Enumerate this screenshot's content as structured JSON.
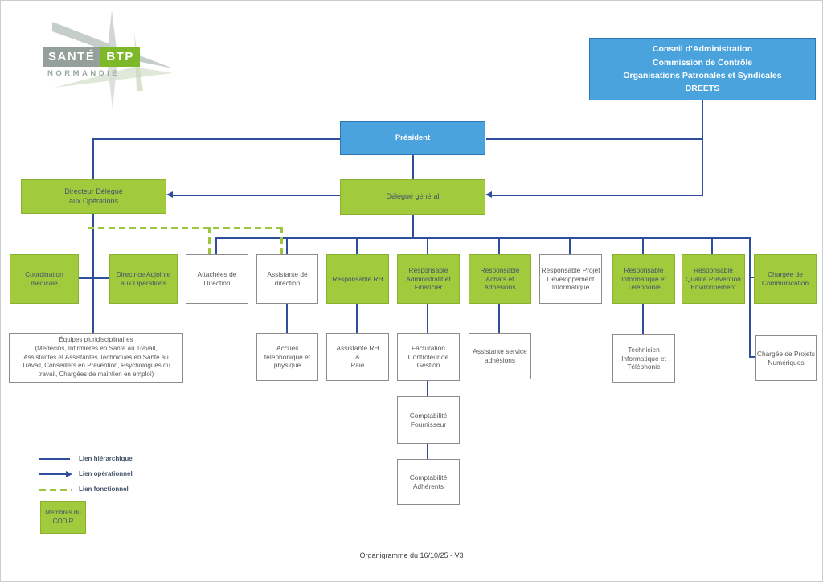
{
  "logo": {
    "sante": "SANTÉ",
    "btp": "BTP",
    "region": "NORMANDIE"
  },
  "nodes": {
    "conseil": "Conseil d’Administration\nCommission de Contrôle\nOrganisations Patronales et Syndicales\nDREETS",
    "president": "Président",
    "directeur_delegue": "Directeur Délégué\naux Opérations",
    "delegue_general": "Délégué général",
    "coordination_medicale": "Coordination\nmédicale",
    "directrice_adjointe": "Directrice Adjointe\naux Opérations",
    "attachees_direction": "Attachées de\nDirection",
    "assistante_direction": "Assistante de\ndirection",
    "responsable_rh": "Responsable RH",
    "responsable_admin_financier": "Responsable\nAdministratif et\nFinancier",
    "responsable_achats": "Responsable\nAchats et\nAdhésions",
    "responsable_projet_dev": "Responsable Projet\nDéveloppement\nInformatique",
    "responsable_informatique": "Responsable\nInformatique et\nTéléphonie",
    "responsable_qualite": "Responsable\nQualité Prévention\nEnvironnement",
    "chargee_communication": "Chargée de\nCommunication",
    "equipes_pluridisciplinaires": "Équipes pluridisciplinaires\n(Médecins, Infirmières en Santé au Travail,\nAssistantes et Assistantes Techniques en Santé au\nTravail, Conseillers en Prévention, Psychologues du\ntravail, Chargées de maintien en emploi)",
    "accueil": "Accueil\ntéléphonique et\nphysique",
    "assistante_rh_paie": "Assistante RH\n&\nPaie",
    "facturation": "Facturation\nContrôleur de\nGestion",
    "assistante_service_adhesions": "Assistante service\nadhésions",
    "technicien_informatique": "Technicien\nInformatique et\nTéléphonie",
    "chargee_projets_numeriques": "Chargée de Projets\nNumériques",
    "comptabilite_fournisseur": "Comptabilité\nFournisseur",
    "comptabilite_adherents": "Comptabilité\nAdhérents"
  },
  "legend": {
    "hierarchique": "Lien hiérarchique",
    "operationnel": "Lien opérationnel",
    "fonctionnel": "Lien fonctionnel",
    "codir": "Membres du\nCODIR"
  },
  "footer": {
    "caption": "Organigramme du 16/10/25 - V3"
  },
  "colors": {
    "box_blue": "#4aa3dc",
    "box_green": "#a2ca3d",
    "line_navy": "#2f4f9d",
    "dash_green": "#9dc63f"
  }
}
